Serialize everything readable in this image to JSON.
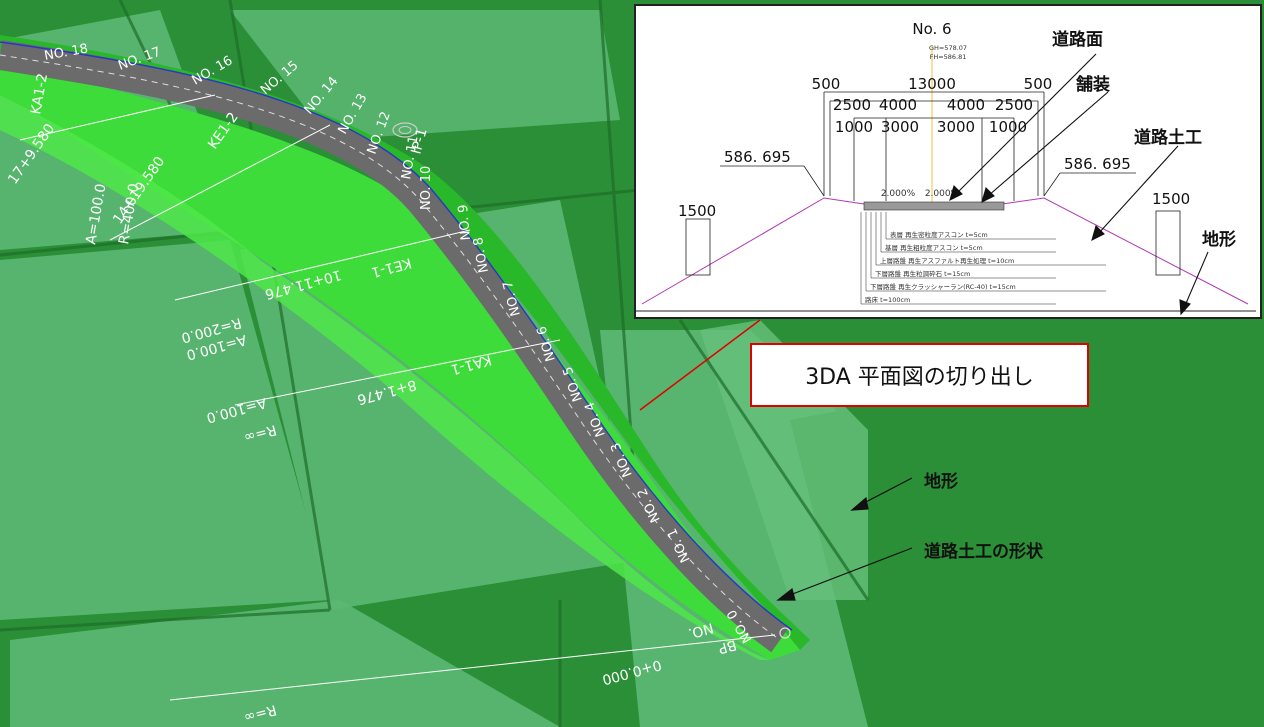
{
  "callout": {
    "text": "3DA 平面図の切り出し"
  },
  "section": {
    "title": "No. 6",
    "gh": "GH=578.07",
    "fh": "FH=586.81",
    "width_total": "13000",
    "shoulder_left": "500",
    "shoulder_right": "500",
    "dims_row2": [
      "2500",
      "4000",
      "4000",
      "2500"
    ],
    "dims_row3": [
      "1000",
      "3000",
      "3000",
      "1000"
    ],
    "elev_left": "586. 695",
    "elev_right": "586. 695",
    "slope_left": "2.000%",
    "slope_right": "2.000%",
    "side_left": "1500",
    "side_right": "1500",
    "pavement_layers": [
      "表層  再生密粒度アスコン  t=5cm",
      "基層  再生粗粒度アスコン  t=5cm",
      "上層路盤  再生アスファルト再生処理  t=10cm",
      "下層路盤  再生粒調砕石  t=15cm",
      "下層路盤  再生クラッシャーラン(RC-40)  t=15cm",
      "路床  t=100cm"
    ]
  },
  "annotations": {
    "road_surface": "道路面",
    "pavement": "舗装",
    "earthwork_inset": "道路土工",
    "terrain_inset": "地形",
    "terrain_main": "地形",
    "earthwork_shape": "道路土工の形状"
  },
  "stations": [
    "NO. 0",
    "NO. 1",
    "NO. 2",
    "NO. 3",
    "NO. 4",
    "NO. 5",
    "NO. 6",
    "NO. 7",
    "NO. 8",
    "NO. 9",
    "NO. 10",
    "NO. 11",
    "NO. 12",
    "NO. 13",
    "NO. 14",
    "NO. 15",
    "NO. 16",
    "NO. 17",
    "NO. 18"
  ],
  "alignment_labels": {
    "bp": "BP",
    "bp_no": "NO.",
    "bp_chain": "0+0.000",
    "r_inf_bottom": "R=∞",
    "r_inf_mid": "R=∞",
    "a100_a": "A=100.0",
    "a100_b": "A=100.0",
    "a100_c": "A=100.0",
    "r200": "R=200.0",
    "r400": "R=400.0",
    "ka1_1": "KA1-1",
    "ka1_2": "KA1-2",
    "ke1_1": "KE1-1",
    "ke1_2": "KE1-2",
    "chain_8": "8+1.476",
    "chain_10": "10+11.476",
    "chain_14": "14+19.580",
    "chain_17": "17+9.580",
    "ip1": "IP-1"
  }
}
